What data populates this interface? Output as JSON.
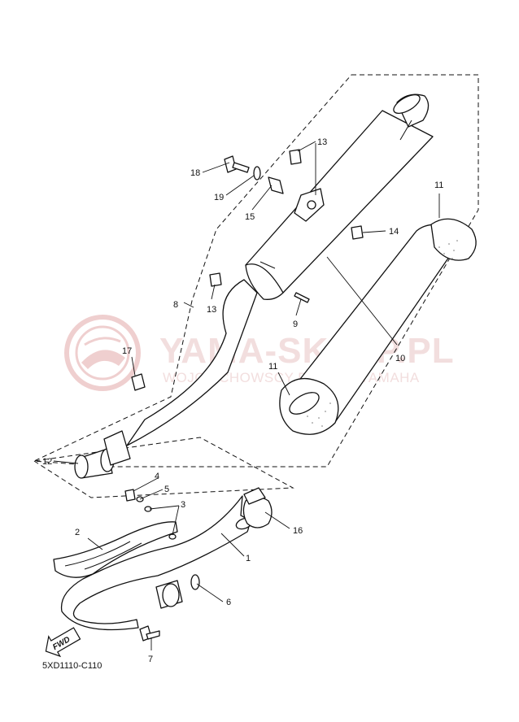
{
  "diagram": {
    "code": "5XD1110-C110",
    "fwd_label": "FWD",
    "watermark": {
      "title": "YAMA-SKLEP.PL",
      "subtitle": "WOJCIECHOWSCY DEALER YAMAHA"
    },
    "callouts": {
      "c1": "1",
      "c2": "2",
      "c3": "3",
      "c4": "4",
      "c5": "5",
      "c6": "6",
      "c7": "7",
      "c8": "8",
      "c9": "9",
      "c10": "10",
      "c11a": "11",
      "c11b": "11",
      "c12": "12",
      "c13a": "13",
      "c13b": "13",
      "c14": "14",
      "c15": "15",
      "c16": "16",
      "c17": "17",
      "c18": "18",
      "c19": "19"
    }
  }
}
